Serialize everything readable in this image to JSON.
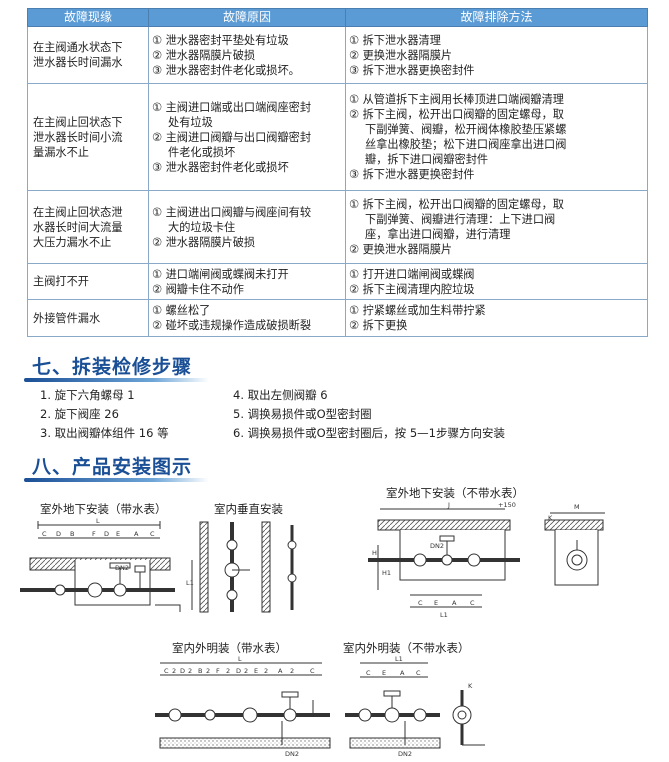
{
  "fault_table": {
    "headers": [
      "故障现缘",
      "故障原因",
      "故障排除方法"
    ],
    "rows": [
      {
        "symptom": [
          "在主阀通水状态下",
          "泄水器长时间漏水"
        ],
        "causes": [
          "① 泄水器密封平垫处有垃圾",
          "② 泄水器隔膜片破损",
          "③ 泄水器密封件老化或损坏。"
        ],
        "fixes": [
          "① 拆下泄水器清理",
          "② 更换泄水器隔膜片",
          "③ 拆下泄水器更换密封件"
        ]
      },
      {
        "symptom": [
          "在主阀止回状态下",
          "泄水器长时间小流",
          "量漏水不止"
        ],
        "causes": [
          "① 主阀进口端或出口端阀座密封",
          "处有垃圾",
          "② 主阀进口阀瓣与出口阀瓣密封",
          "件老化或损坏",
          "③ 泄水器密封件老化或损坏"
        ],
        "fixes": [
          "① 从管道拆下主阀用长棒顶进口端阀瓣清理",
          "② 拆下主阀，松开出口阀瓣的固定螺母，取",
          "下副弹簧、阀瓣，松开阀体橡胶垫压紧螺",
          "丝拿出橡胶垫；松下进口阀座拿出进口阀",
          "瓣，拆下进口阀瓣密封件",
          "③ 拆下泄水器更换密封件"
        ]
      },
      {
        "symptom": [
          "在主阀止回状态泄",
          "水器长时间大流量",
          "大压力漏水不止"
        ],
        "causes": [
          "① 主阀进出口阀瓣与阀座间有较",
          "大的垃圾卡住",
          "② 泄水器隔膜片破损"
        ],
        "fixes": [
          "① 拆下主阀，松开出口阀瓣的固定螺母，取",
          "下副弹簧、阀瓣进行清理：上下进口阀",
          "座，拿出进口阀瓣，进行清理",
          "② 更换泄水器隔膜片"
        ]
      },
      {
        "symptom": [
          "主阀打不开"
        ],
        "causes": [
          "① 进口端闸阀或蝶阀未打开",
          "② 阀瓣卡住不动作"
        ],
        "fixes": [
          "① 打开进口端闸阀或蝶阀",
          "② 拆下主阀清理内腔垃圾"
        ]
      },
      {
        "symptom": [
          "外接管件漏水"
        ],
        "causes": [
          "① 螺丝松了",
          "② 碰坏或违规操作造成破损断裂"
        ],
        "fixes": [
          "① 拧紧螺丝或加生料带拧紧",
          "② 拆下更换"
        ]
      }
    ]
  },
  "section7": {
    "title": "七、拆装检修步骤",
    "steps_left": [
      "1.  旋下六角螺母 1",
      "2.  旋下阀座 26",
      "3.  取出阀瓣体组件 16 等"
    ],
    "steps_right": [
      "4.  取出左侧阀瓣 6",
      "5.  调换易损件或O型密封圈",
      "6.  调换易损件或O型密封圈后，按 5—1步骤方向安装"
    ]
  },
  "section8": {
    "title": "八、产品安装图示",
    "diagrams": {
      "outdoor_underground_meter": "室外地下安装（带水表）",
      "indoor_vertical": "室内垂直安装",
      "outdoor_underground_no_meter": "室外地下安装（不带水表）",
      "indoor_exposed_meter": "室内外明装（带水表）",
      "indoor_exposed_no_meter": "室内外明装（不带水表）"
    },
    "dim_labels": {
      "c_d_b_f_d_e_a_c": [
        "C",
        "D",
        "B",
        "F",
        "D",
        "E",
        "A",
        "C"
      ],
      "c_e_a_c": [
        "C",
        "E",
        "A",
        "C"
      ],
      "row_meter": [
        "C",
        "2",
        "D",
        "2",
        "B",
        "2",
        "F",
        "2",
        "D",
        "2",
        "E",
        "2",
        "A",
        "2",
        "C"
      ],
      "row_no_meter": [
        "C",
        "E",
        "A",
        "C"
      ],
      "l": "L",
      "l1": "L1",
      "dn2": "DN2",
      "h": "H",
      "h1": "H1",
      "k": "K",
      "m": "M",
      "j": "J",
      "plus150": "+150",
      "l1_vertical": "L1"
    }
  }
}
